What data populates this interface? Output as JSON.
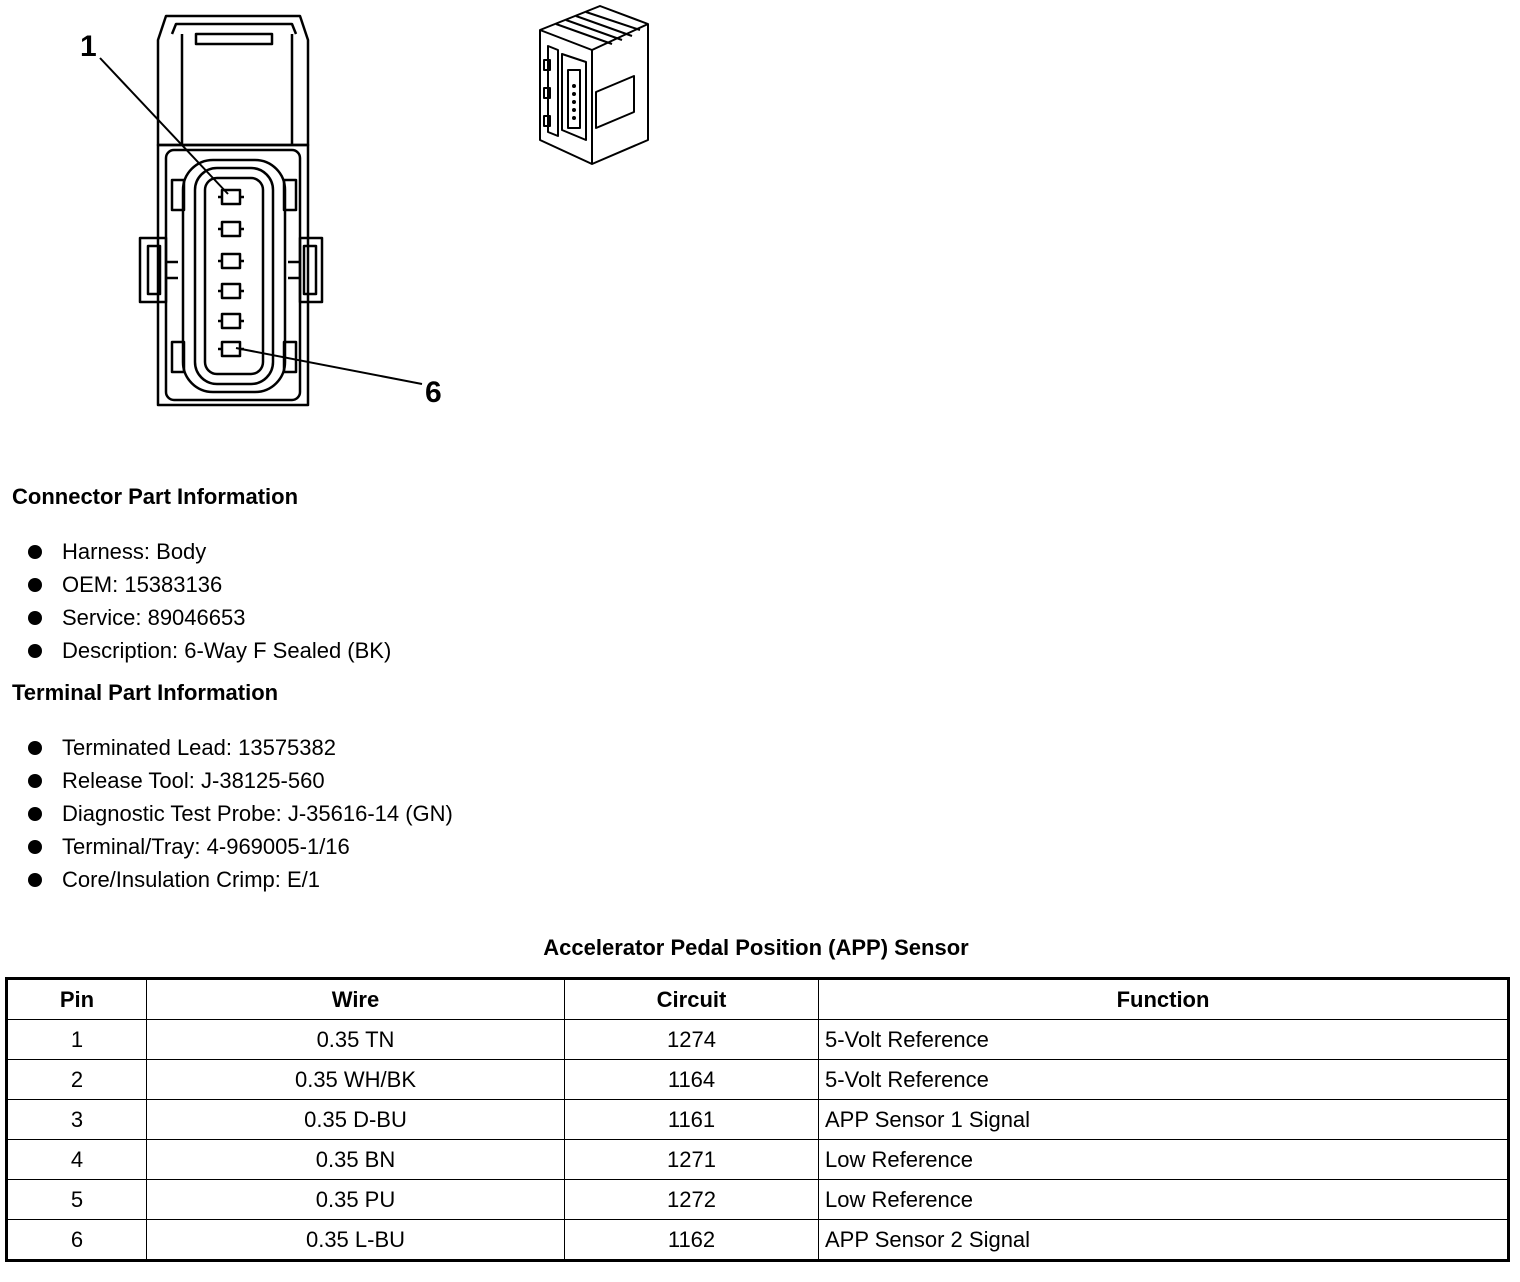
{
  "figure": {
    "callout_1": "1",
    "callout_6": "6"
  },
  "connector_info": {
    "heading": "Connector Part Information",
    "items": [
      "Harness: Body",
      "OEM: 15383136",
      "Service: 89046653",
      "Description: 6-Way F Sealed (BK)"
    ]
  },
  "terminal_info": {
    "heading": "Terminal Part Information",
    "items": [
      "Terminated Lead: 13575382",
      "Release Tool: J-38125-560",
      "Diagnostic Test Probe: J-35616-14 (GN)",
      "Terminal/Tray: 4-969005-1/16",
      "Core/Insulation Crimp: E/1"
    ]
  },
  "table": {
    "title": "Accelerator Pedal Position (APP) Sensor",
    "headers": [
      "Pin",
      "Wire",
      "Circuit",
      "Function"
    ],
    "rows": [
      [
        "1",
        "0.35 TN",
        "1274",
        "5-Volt Reference"
      ],
      [
        "2",
        "0.35 WH/BK",
        "1164",
        "5-Volt Reference"
      ],
      [
        "3",
        "0.35 D-BU",
        "1161",
        "APP Sensor 1 Signal"
      ],
      [
        "4",
        "0.35 BN",
        "1271",
        "Low Reference"
      ],
      [
        "5",
        "0.35 PU",
        "1272",
        "Low Reference"
      ],
      [
        "6",
        "0.35 L-BU",
        "1162",
        "APP Sensor 2 Signal"
      ]
    ]
  }
}
